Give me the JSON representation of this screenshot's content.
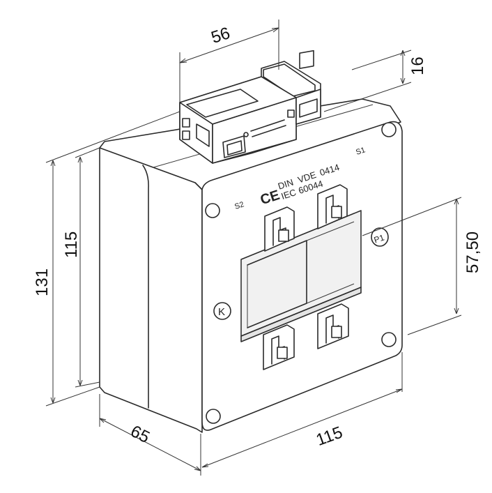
{
  "dimensions": {
    "terminal_width": "56",
    "terminal_height": "16",
    "total_height": "131",
    "body_height": "115",
    "depth": "65",
    "width": "115",
    "window_offset": "57,50"
  },
  "labels": {
    "s2": "S2",
    "s1": "S1",
    "p1": "P1",
    "k": "K",
    "ce": "CE",
    "din": "DIN",
    "vde": "VDE",
    "vde_num": "0414",
    "iec": "IEC",
    "iec_num": "60044"
  }
}
